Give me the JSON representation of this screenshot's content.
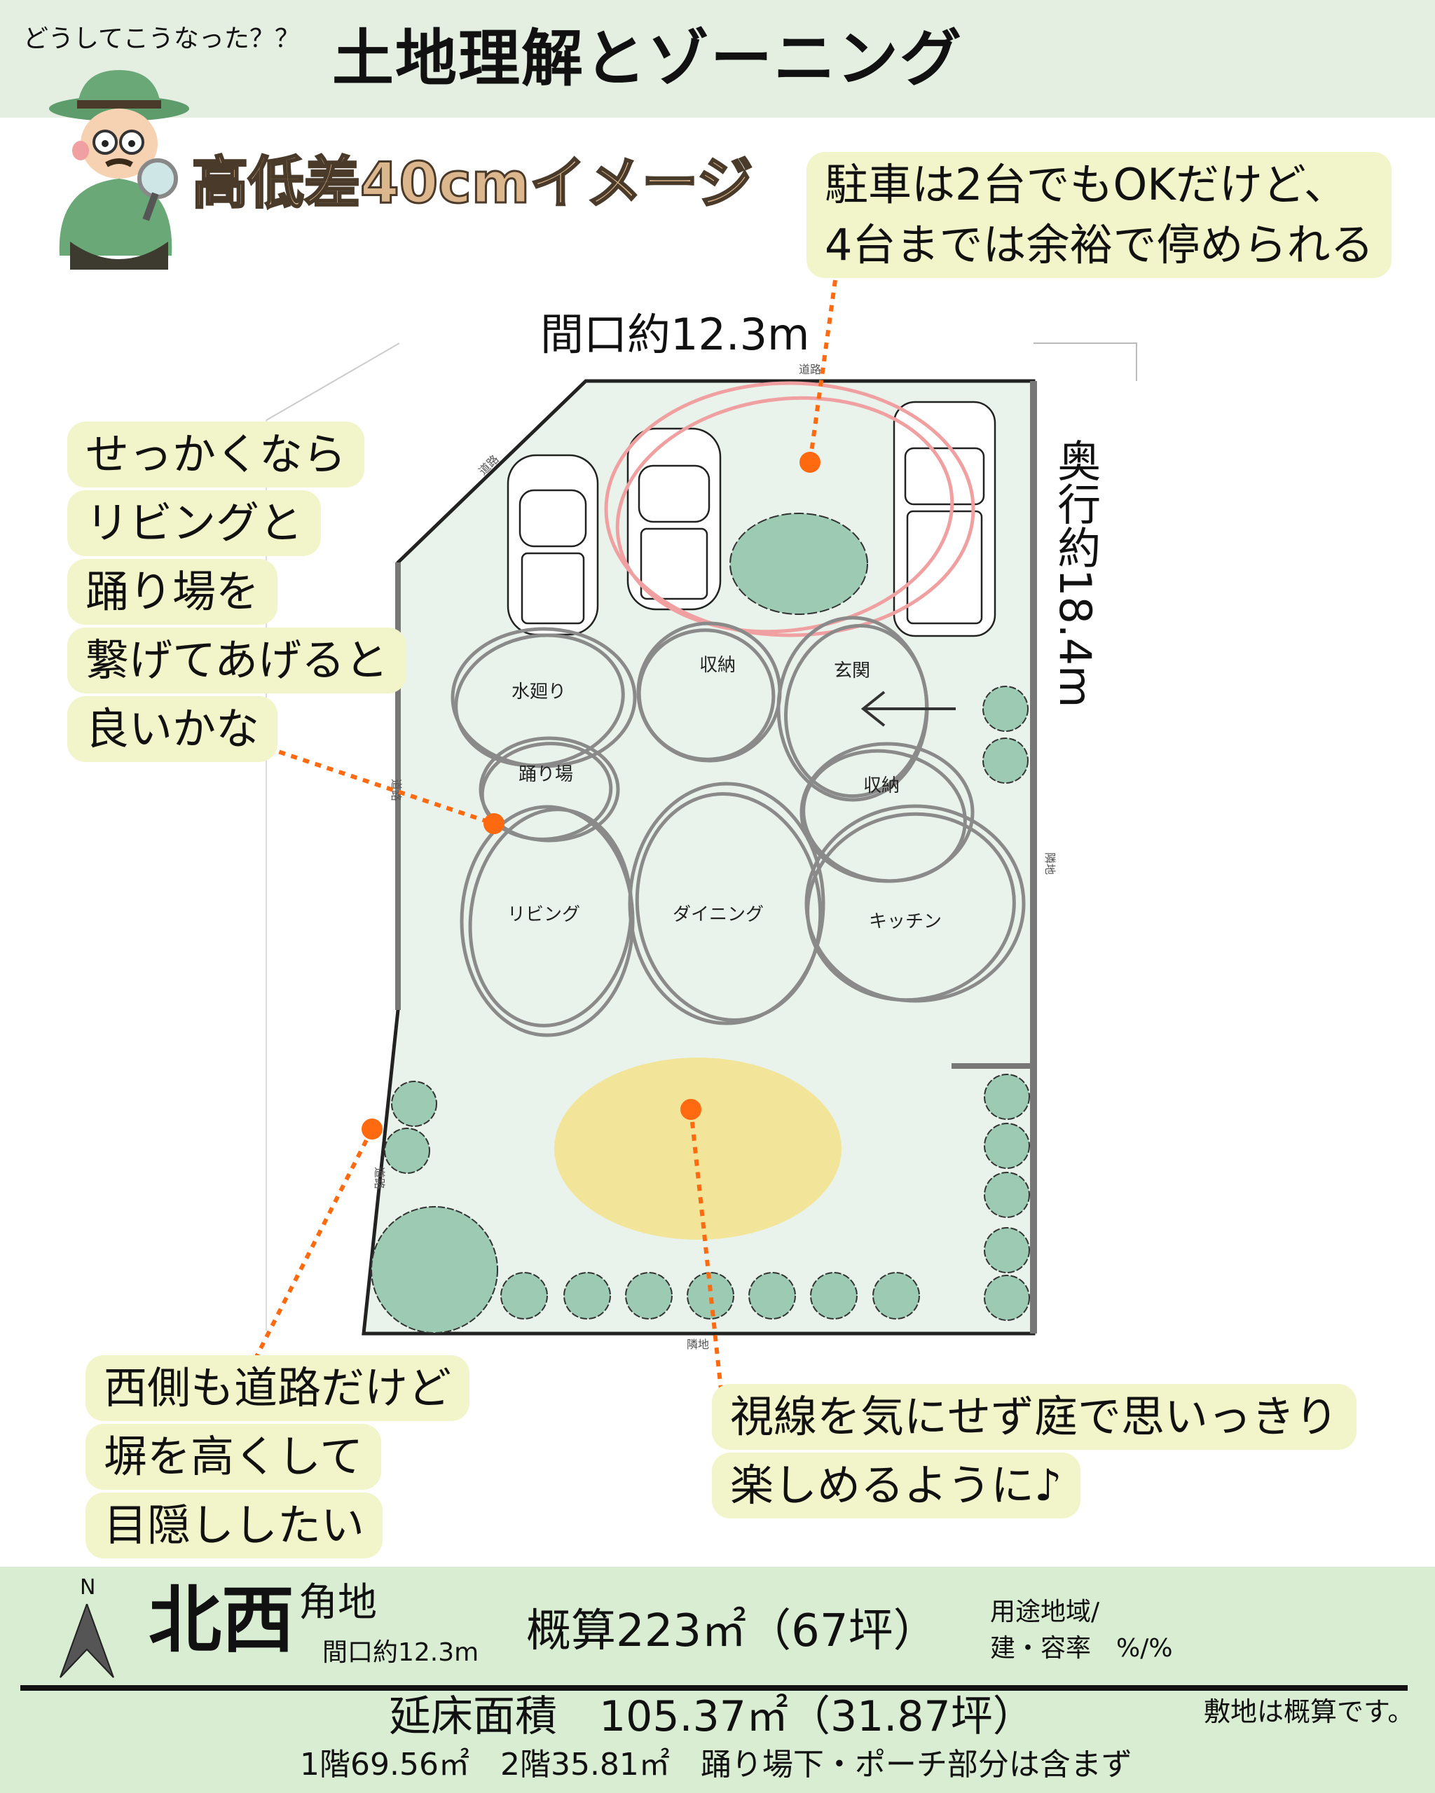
{
  "header": {
    "subtitle": "どうしてこうなった？？",
    "title": "土地理解とゾーニング"
  },
  "image_title": "高低差40cmイメージ",
  "dimensions": {
    "frontage": "間口約12.3m",
    "depth": "奥行約18.4m"
  },
  "plan_labels": {
    "road_top": "道路",
    "road_diag": "道路",
    "road_left1": "道路",
    "road_left2": "道路",
    "neighbor_right": "隣地",
    "neighbor_bottom": "隣地"
  },
  "zones": {
    "water": "水廻り",
    "storage1": "収納",
    "entrance": "玄関",
    "landing": "踊り場",
    "storage2": "収納",
    "living": "リビング",
    "dining": "ダイニング",
    "kitchen": "キッチン"
  },
  "bubbles": {
    "parking": [
      "駐車は2台でもOKだけど、",
      "4台までは余裕で停められる"
    ],
    "landing": [
      "せっかくなら",
      "リビングと",
      "踊り場を",
      "繋げてあげると",
      "良いかな"
    ],
    "west": [
      "西側も道路だけど",
      "塀を高くして",
      "目隠ししたい"
    ],
    "garden": [
      "視線を気にせず庭で思いっきり",
      "楽しめるように♪"
    ]
  },
  "footer": {
    "north": "N",
    "direction": "北西",
    "corner": "角地",
    "frontage": "間口約12.3m",
    "area": "概算223㎡（67坪）",
    "zoning_label": "用途地域/",
    "ratio": "建・容率　%/%",
    "floor_area": "延床面積　105.37㎡（31.87坪）",
    "floors": "1階69.56㎡　2階35.81㎡　踊り場下・ポーチ部分は含まず",
    "note": "敷地は概算です。"
  },
  "colors": {
    "accent": "#ff6a10",
    "bubble": "#f1f5c9",
    "tree": "#9ccab2",
    "garden": "#f2e59a",
    "plot": "#e9f3eb"
  }
}
